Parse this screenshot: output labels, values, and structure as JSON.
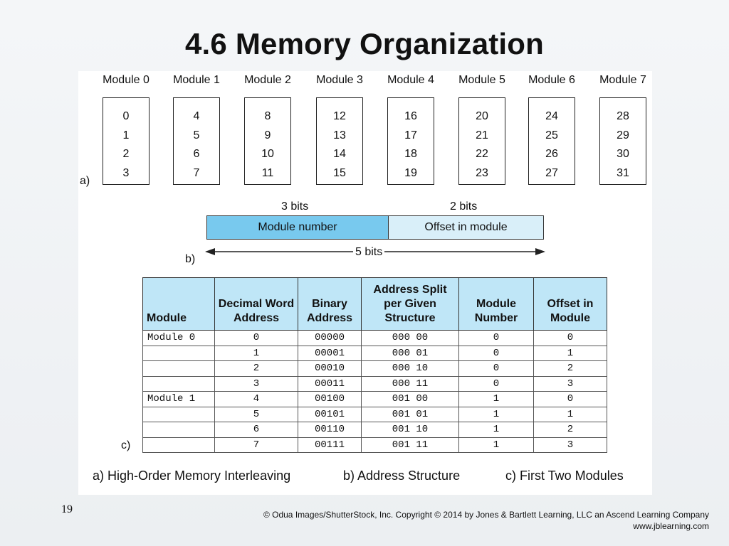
{
  "title": "4.6 Memory Organization",
  "modules": [
    {
      "label": "Module 0",
      "words": [
        "0",
        "1",
        "2",
        "3"
      ]
    },
    {
      "label": "Module 1",
      "words": [
        "4",
        "5",
        "6",
        "7"
      ]
    },
    {
      "label": "Module 2",
      "words": [
        "8",
        "9",
        "10",
        "11"
      ]
    },
    {
      "label": "Module 3",
      "words": [
        "12",
        "13",
        "14",
        "15"
      ]
    },
    {
      "label": "Module 4",
      "words": [
        "16",
        "17",
        "18",
        "19"
      ]
    },
    {
      "label": "Module 5",
      "words": [
        "20",
        "21",
        "22",
        "23"
      ]
    },
    {
      "label": "Module 6",
      "words": [
        "24",
        "25",
        "26",
        "27"
      ]
    },
    {
      "label": "Module 7",
      "words": [
        "28",
        "29",
        "30",
        "31"
      ]
    }
  ],
  "part_a": "a)",
  "part_b": "b)",
  "part_c": "c)",
  "address": {
    "module_bits": "3 bits",
    "offset_bits": "2 bits",
    "module_field": "Module number",
    "offset_field": "Offset in module",
    "total_bits": "5 bits",
    "field_color_module": "#78c9ee",
    "field_color_offset": "#d9eff9"
  },
  "table": {
    "headers": [
      "Module",
      "Decimal Word Address",
      "Binary Address",
      "Address Split per Given Structure",
      "Module Number",
      "Offset in Module"
    ],
    "rows": [
      [
        "Module 0",
        "0",
        "00000",
        "000 00",
        "0",
        "0"
      ],
      [
        "",
        "1",
        "00001",
        "000 01",
        "0",
        "1"
      ],
      [
        "",
        "2",
        "00010",
        "000 10",
        "0",
        "2"
      ],
      [
        "",
        "3",
        "00011",
        "000 11",
        "0",
        "3"
      ],
      [
        "Module 1",
        "4",
        "00100",
        "001 00",
        "1",
        "0"
      ],
      [
        "",
        "5",
        "00101",
        "001 01",
        "1",
        "1"
      ],
      [
        "",
        "6",
        "00110",
        "001 10",
        "1",
        "2"
      ],
      [
        "",
        "7",
        "00111",
        "001 11",
        "1",
        "3"
      ]
    ]
  },
  "captions": {
    "a": "a)  High-Order Memory Interleaving",
    "b": "b)  Address Structure",
    "c": "c)  First Two Modules"
  },
  "page_number": "19",
  "credit_line1": "© Odua Images/ShutterStock, Inc. Copyright © 2014 by Jones & Bartlett Learning, LLC an Ascend Learning Company",
  "credit_line2": "www.jblearning.com"
}
